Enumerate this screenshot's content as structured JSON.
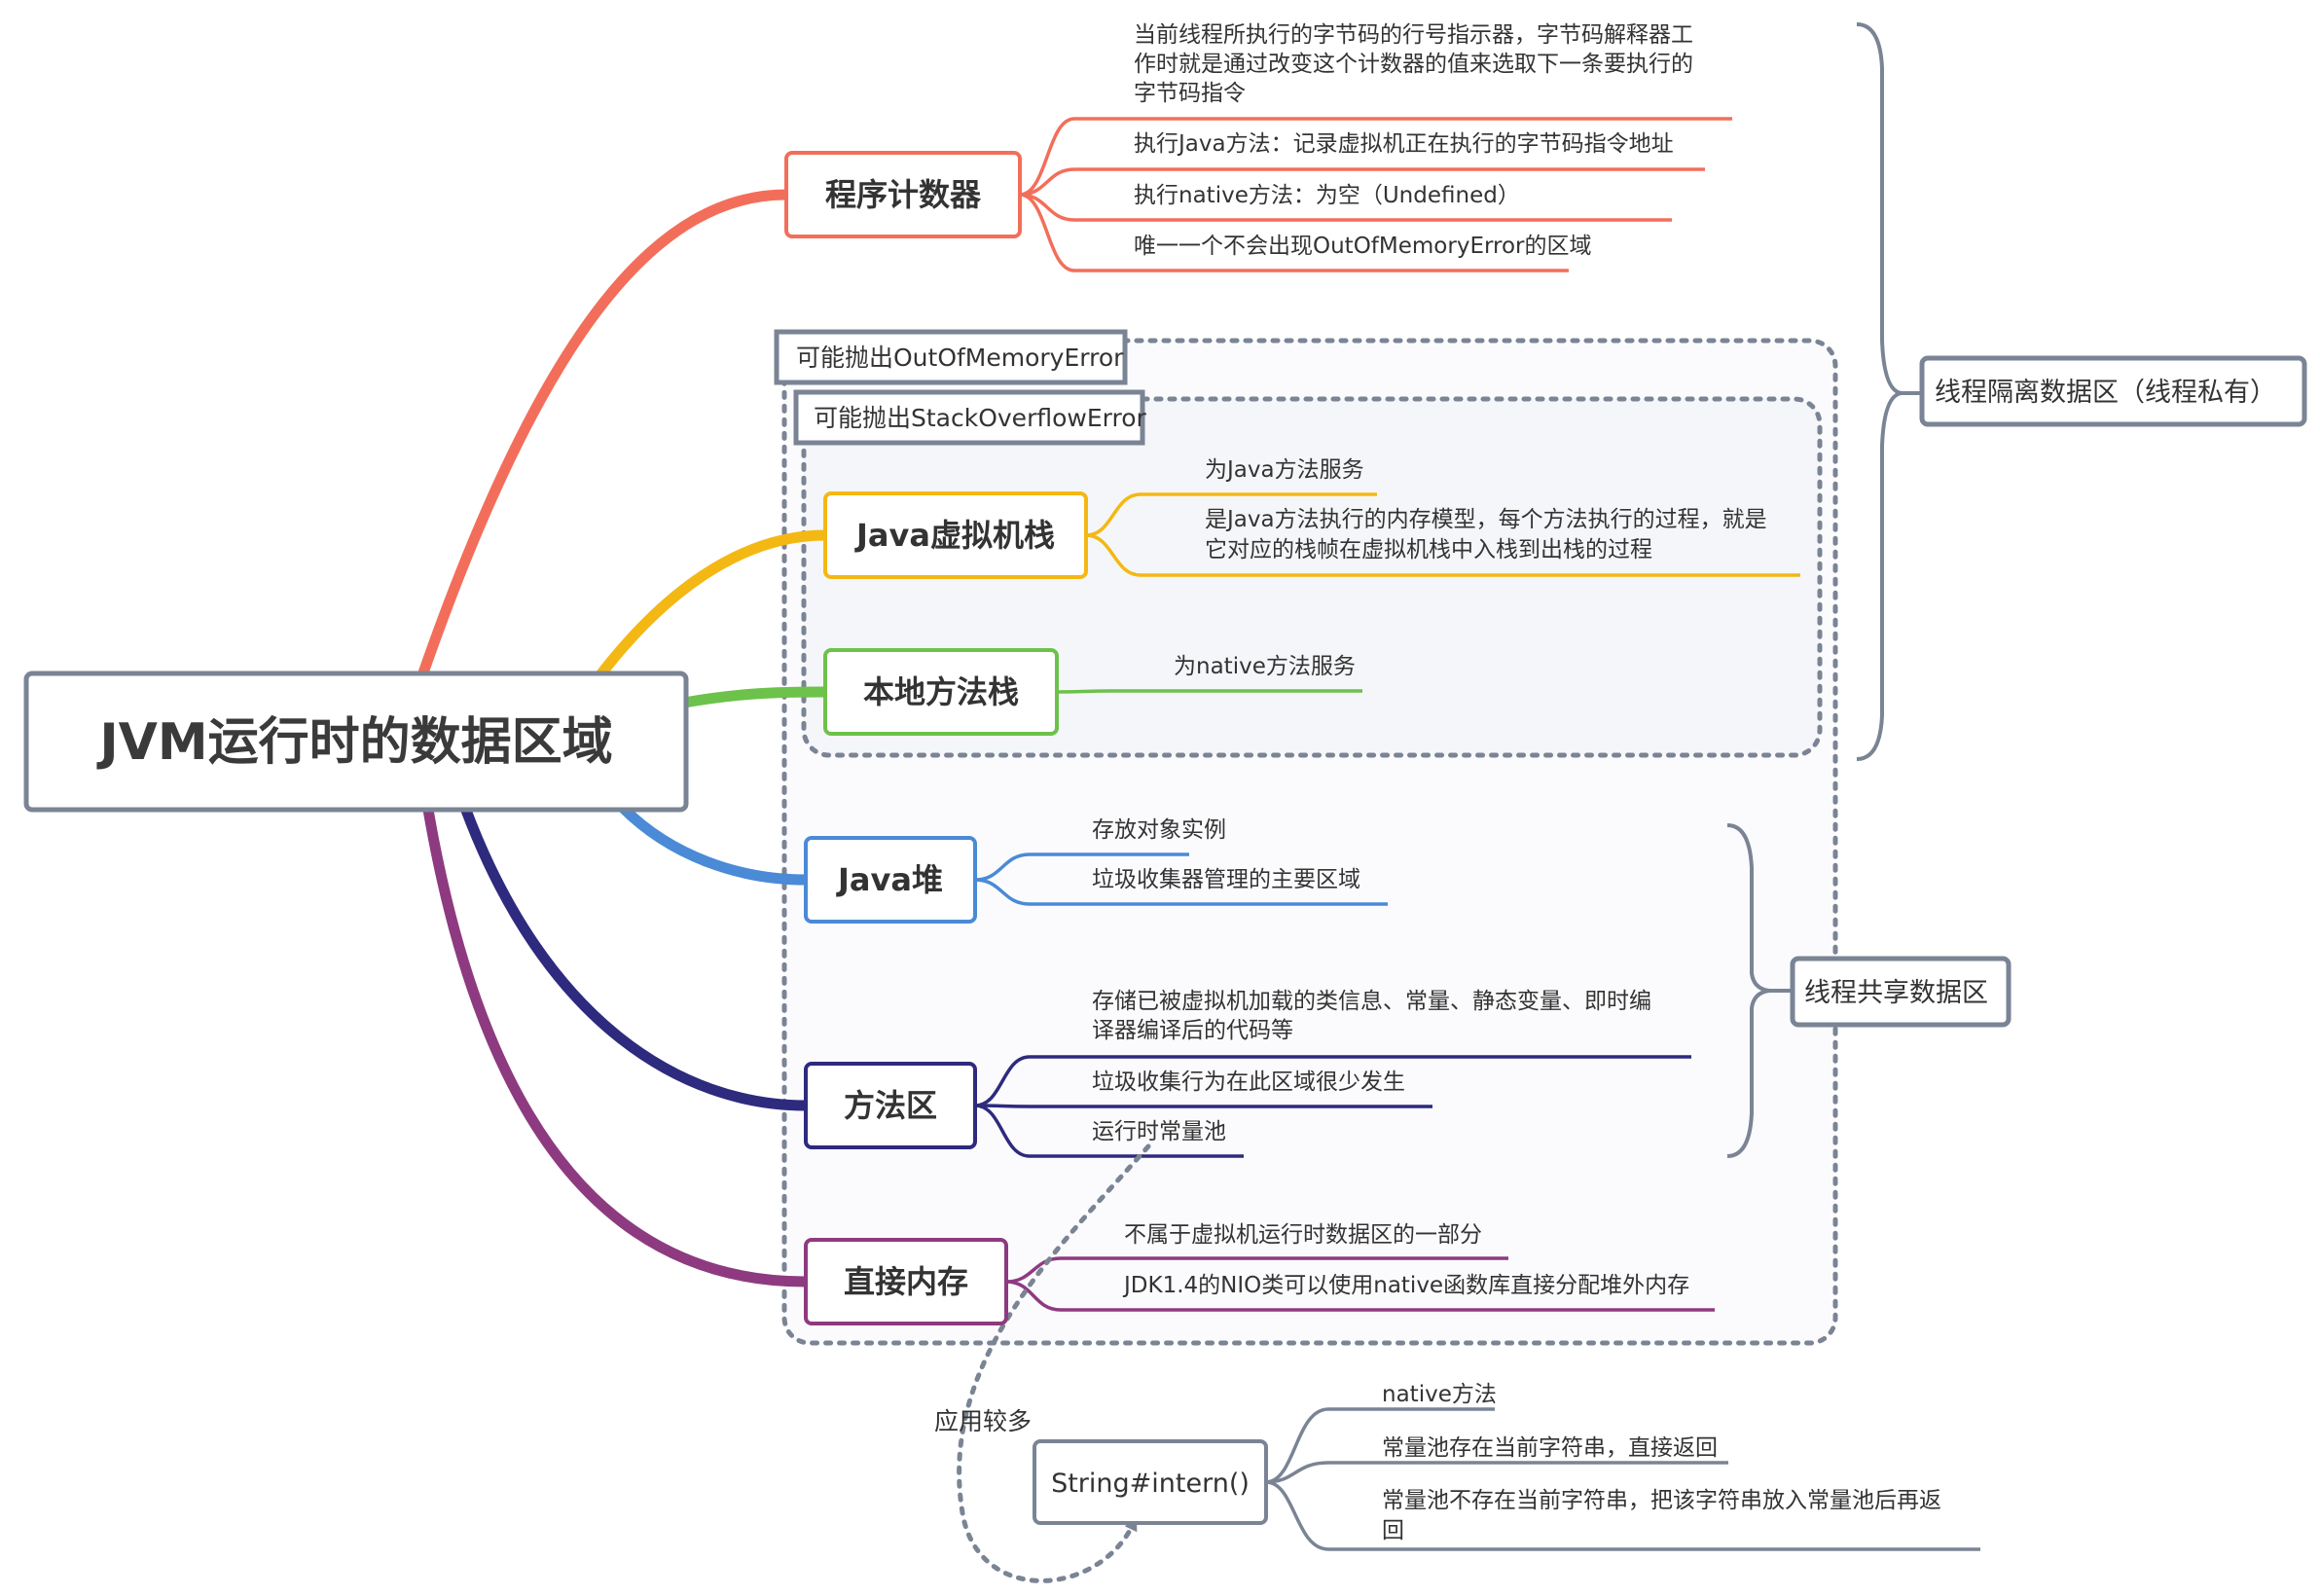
{
  "root": {
    "title": "JVM运行时的数据区域"
  },
  "branches": [
    {
      "label": "程序计数器",
      "color": "#f36e5a",
      "children": [
        {
          "lines": [
            "当前线程所执行的字节码的行号指示器，字节码解释器工",
            "作时就是通过改变这个计数器的值来选取下一条要执行的",
            "字节码指令"
          ]
        },
        {
          "lines": [
            "执行Java方法：记录虚拟机正在执行的字节码指令地址"
          ]
        },
        {
          "lines": [
            "执行native方法：为空（Undefined）"
          ]
        },
        {
          "lines": [
            "唯一一个不会出现OutOfMemoryError的区域"
          ]
        }
      ]
    },
    {
      "label": "Java虚拟机栈",
      "color": "#f4b814",
      "children": [
        {
          "lines": [
            "为Java方法服务"
          ]
        },
        {
          "lines": [
            "是Java方法执行的内存模型，每个方法执行的过程，就是",
            "它对应的栈帧在虚拟机栈中入栈到出栈的过程"
          ]
        }
      ]
    },
    {
      "label": "本地方法栈",
      "color": "#6cc24a",
      "children": [
        {
          "lines": [
            "为native方法服务"
          ]
        }
      ]
    },
    {
      "label": "Java堆",
      "color": "#4a8ad6",
      "children": [
        {
          "lines": [
            "存放对象实例"
          ]
        },
        {
          "lines": [
            "垃圾收集器管理的主要区域"
          ]
        }
      ]
    },
    {
      "label": "方法区",
      "color": "#2e2a7e",
      "children": [
        {
          "lines": [
            "存储已被虚拟机加载的类信息、常量、静态变量、即时编",
            "译器编译后的代码等"
          ]
        },
        {
          "lines": [
            "垃圾收集行为在此区域很少发生"
          ]
        },
        {
          "lines": [
            "运行时常量池"
          ]
        }
      ]
    },
    {
      "label": "直接内存",
      "color": "#8e3a80",
      "children": [
        {
          "lines": [
            "不属于虚拟机运行时数据区的一部分"
          ]
        },
        {
          "lines": [
            "JDK1.4的NIO类可以使用native函数库直接分配堆外内存"
          ]
        }
      ]
    }
  ],
  "boundaries": {
    "oom": "可能抛出OutOfMemoryError",
    "soe": "可能抛出StackOverflowError"
  },
  "summaries": {
    "private": "线程隔离数据区（线程私有）",
    "shared": "线程共享数据区"
  },
  "relationship": {
    "label": "应用较多"
  },
  "intern": {
    "label": "String#intern()",
    "color": "#7a8494",
    "children": [
      {
        "lines": [
          "native方法"
        ]
      },
      {
        "lines": [
          "常量池存在当前字符串，直接返回"
        ]
      },
      {
        "lines": [
          "常量池不存在当前字符串，把该字符串放入常量池后再返",
          "回"
        ]
      }
    ]
  }
}
